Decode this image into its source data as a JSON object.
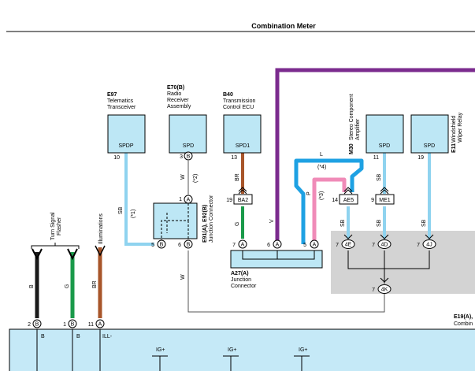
{
  "title": "Combination Meter",
  "components": {
    "e97": {
      "code": "E97",
      "name_line1": "Telematics",
      "name_line2": "Transceiver",
      "terminal": "SPDP",
      "pin": "10"
    },
    "e70": {
      "code": "E70(B)",
      "name_line1": "Radio",
      "name_line2": "Receiver",
      "name_line3": "Assembly",
      "terminal": "SPD",
      "pin": "3",
      "connector": "B"
    },
    "b40": {
      "code": "B40",
      "name_line1": "Transmission",
      "name_line2": "Control ECU",
      "terminal": "SPD1",
      "pin": "13"
    },
    "m30": {
      "code": "M30",
      "name_line1": "Stereo Component",
      "name_line2": "Amplifier"
    },
    "m30_terminal": {
      "terminal": "SPD",
      "pin": "11"
    },
    "e11": {
      "code": "E11",
      "name_line1": "Windshield",
      "name_line2": "Wiper Relay",
      "terminal": "SPD",
      "pin": "19"
    },
    "turn_signal": {
      "name_line1": "Turn Signal",
      "name_line2": "Flasher"
    },
    "illuminations": {
      "name": "Illuminations"
    }
  },
  "junction_e91": {
    "code": "E91(A), E92(B)",
    "name": "Junction Connector",
    "pin_1": "1",
    "pin_1_conn": "A",
    "pin_5": "5",
    "pin_5_conn": "B",
    "pin_6": "6",
    "pin_6_conn": "B"
  },
  "junction_a27": {
    "code": "A27(A)",
    "name_line1": "Junction",
    "name_line2": "Connector",
    "pin_7": "7",
    "pin_6": "6",
    "pin_5": "5",
    "conn": "A"
  },
  "connectors": {
    "ba2": {
      "pin": "19",
      "code": "BA2"
    },
    "ae5": {
      "pin": "14",
      "code": "AE5"
    },
    "me1": {
      "pin": "9",
      "code": "ME1"
    }
  },
  "meter_pins": {
    "p4e": {
      "pin": "7",
      "conn": "4E"
    },
    "p4d": {
      "pin": "7",
      "conn": "4D"
    },
    "p4j": {
      "pin": "7",
      "conn": "4J"
    },
    "p4k": {
      "pin": "7",
      "conn": "4K"
    }
  },
  "wires": {
    "sb": "SB",
    "w": "W",
    "br": "BR",
    "g": "G",
    "v": "V",
    "p": "P",
    "l": "L",
    "b": "B"
  },
  "notes": {
    "n1": "(*1)",
    "n2": "(*2)",
    "n3": "(*3)",
    "n4": "(*4)"
  },
  "meter_block": {
    "code": "E19(A),",
    "code_line2": "Combin",
    "pin_2": "2",
    "pin_2_conn": "B",
    "pin_2_label": "B",
    "pin_1": "1",
    "pin_1_conn": "B",
    "pin_1_label": "B",
    "pin_11": "11",
    "pin_11_conn": "A",
    "pin_11_label": "ILL-",
    "ig_label": "IG+"
  },
  "colors": {
    "light_blue_box": "#bde7f5",
    "meter_fill": "#c5e9f7",
    "gray_region": "#d3d3d3",
    "purple": "#7b2b8e",
    "blue": "#1ea1e3",
    "pink": "#f08bb8",
    "sky": "#8fd3ef",
    "brown": "#a8552a",
    "green": "#1a9a4a",
    "black": "#1a1a1a"
  }
}
